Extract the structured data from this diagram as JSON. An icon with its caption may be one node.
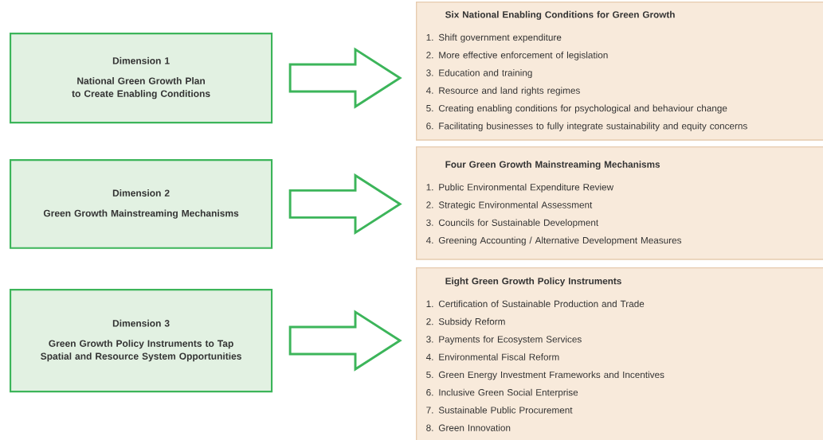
{
  "diagram": {
    "nodes": [
      {
        "text": [
          "Dimension 1",
          "National Green Growth Plan to Create Enabling Conditions"
        ]
      },
      {
        "text": [
          "Dimension 2",
          "Green Growth Mainstreaming Mechanisms"
        ]
      },
      {
        "text": [
          "Dimension 3",
          "Green Growth Policy Instruments to Tap Spatial and Resource System Opportunities"
        ]
      },
      {
        "text": [
          "Six National Enabling Conditions for Green Growth",
          "1. Shift government expenditure",
          "2. More effective enforcement of legislation",
          "3. Education and training",
          "4. Resource and land rights regimes",
          "5. Creating enabling conditions for psychological and behaviour change",
          "6. Facilitating businesses to fully integrate sustainability and equity concerns"
        ]
      },
      {
        "text": [
          "Four Green Growth Mainstreaming Mechanisms",
          "1. Public Environmental Expenditure Review",
          "2. Strategic Environmental Assessment",
          "3. Councils for Sustainable Development",
          "4. Greening Accounting / Alternative Development Measures"
        ]
      },
      {
        "text": [
          "Eight Green Growth Policy Instruments",
          "1. Certification of Sustainable Production and Trade",
          "2. Subsidy Reform",
          "3. Payments for Ecosystem Services",
          "4. Environmental Fiscal Reform",
          "5. Green Energy Investment Frameworks and Incentives",
          "6. Inclusive Green Social Enterprise",
          "7. Sustainable Public Procurement",
          "8. Green Innovation"
        ]
      }
    ],
    "edges": [
      {
        "from": 0,
        "to": 3,
        "arrow": "to"
      },
      {
        "from": 1,
        "to": 4,
        "arrow": "to"
      },
      {
        "from": 2,
        "to": 5,
        "arrow": "to"
      }
    ]
  }
}
